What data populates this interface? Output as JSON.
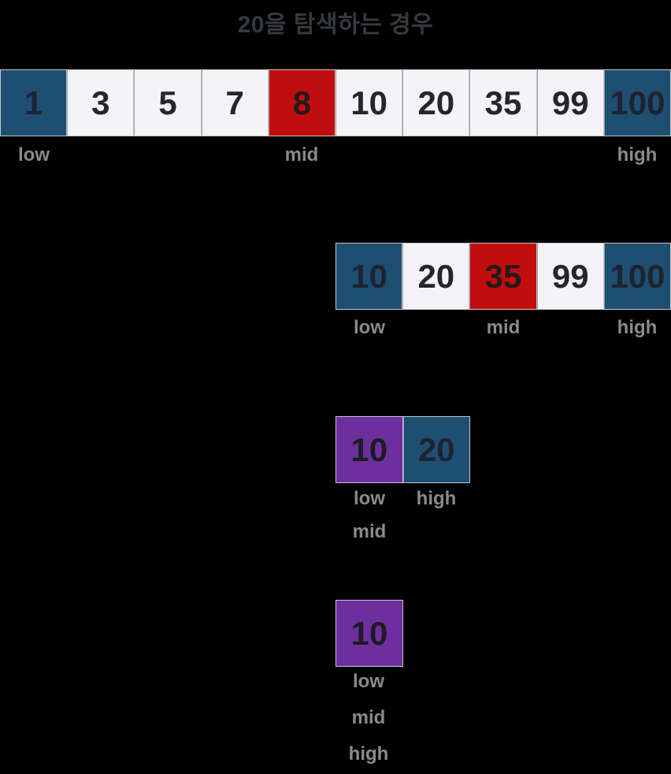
{
  "title": "20을 탐색하는 경우",
  "colors": {
    "background": "#000000",
    "cell_light": "#f4f4f6",
    "cell_blue": "#1f4e73",
    "cell_red": "#c20d0e",
    "cell_purple": "#6e2f9e",
    "cell_border": "#c6c6d0",
    "number_text": "#24262a",
    "pointer_label_text": "#8a8a8a",
    "title_text": "#36393e"
  },
  "steps": [
    {
      "cells": [
        {
          "value": "1",
          "color": "blue"
        },
        {
          "value": "3",
          "color": "light"
        },
        {
          "value": "5",
          "color": "light"
        },
        {
          "value": "7",
          "color": "light"
        },
        {
          "value": "8",
          "color": "red"
        },
        {
          "value": "10",
          "color": "light"
        },
        {
          "value": "20",
          "color": "light"
        },
        {
          "value": "35",
          "color": "light"
        },
        {
          "value": "99",
          "color": "light"
        },
        {
          "value": "100",
          "color": "blue"
        }
      ],
      "labels": [
        {
          "text": "low"
        },
        {
          "text": "mid"
        },
        {
          "text": "high"
        }
      ]
    },
    {
      "cells": [
        {
          "value": "10",
          "color": "blue"
        },
        {
          "value": "20",
          "color": "light"
        },
        {
          "value": "35",
          "color": "red"
        },
        {
          "value": "99",
          "color": "light"
        },
        {
          "value": "100",
          "color": "blue"
        }
      ],
      "labels": [
        {
          "text": "low"
        },
        {
          "text": "mid"
        },
        {
          "text": "high"
        }
      ]
    },
    {
      "cells": [
        {
          "value": "10",
          "color": "purple"
        },
        {
          "value": "20",
          "color": "blue"
        }
      ],
      "labels": [
        {
          "text": "low"
        },
        {
          "text": "high"
        },
        {
          "text": "mid"
        }
      ]
    },
    {
      "cells": [
        {
          "value": "10",
          "color": "purple"
        }
      ],
      "labels": [
        {
          "text": "low"
        },
        {
          "text": "mid"
        },
        {
          "text": "high"
        }
      ]
    }
  ]
}
